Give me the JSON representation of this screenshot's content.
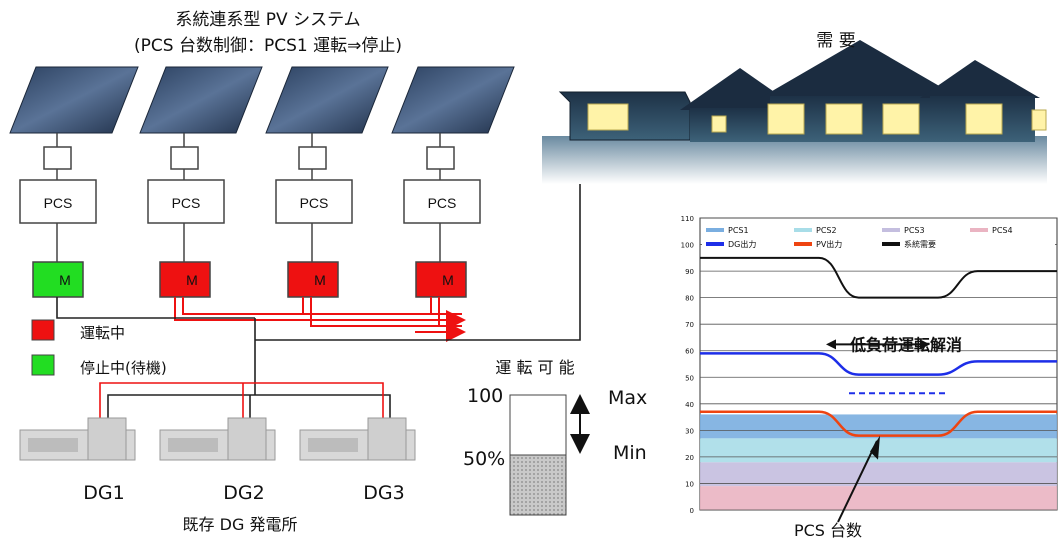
{
  "system": {
    "title": "系統連系型 PV システム",
    "subtitle": "(PCS 台数制御：PCS1 運転⇒停止)"
  },
  "pv_units": [
    {
      "pcs_label": "PCS",
      "meter_label": "M",
      "status_color": "#22dd22"
    },
    {
      "pcs_label": "PCS",
      "meter_label": "M",
      "status_color": "#ee1111"
    },
    {
      "pcs_label": "PCS",
      "meter_label": "M",
      "status_color": "#ee1111"
    },
    {
      "pcs_label": "PCS",
      "meter_label": "M",
      "status_color": "#ee1111"
    }
  ],
  "legend": {
    "running": {
      "label": "運転中",
      "color": "#ee1111"
    },
    "stopped": {
      "label": "停止中(待機)",
      "color": "#22dd22"
    }
  },
  "demand": {
    "label": "需 要"
  },
  "generators": {
    "units": [
      "DG1",
      "DG2",
      "DG3"
    ],
    "caption": "既存 DG 発電所"
  },
  "operable_range": {
    "title": "運 転 可 能",
    "top_label": "100",
    "bottom_label": "50%",
    "max_label": "Max",
    "min_label": "Min",
    "fill_fraction": 0.5
  },
  "chart_data": {
    "type": "area",
    "y_ticks": [
      "110",
      "100",
      "90",
      "80",
      "70",
      "60",
      "50",
      "40",
      "30",
      "20",
      "10",
      "0"
    ],
    "ylim": [
      0,
      110
    ],
    "legend": [
      {
        "name": "PCS1",
        "color": "#7aaee0"
      },
      {
        "name": "PCS2",
        "color": "#a8dde8"
      },
      {
        "name": "PCS3",
        "color": "#c4bedf"
      },
      {
        "name": "PCS4",
        "color": "#eab4c2"
      },
      {
        "name": "DG出力",
        "color": "#1d2ee8"
      },
      {
        "name": "PV出力",
        "color": "#ee4411"
      },
      {
        "name": "系統需要",
        "color": "#111111"
      }
    ],
    "demand_line": [
      95,
      95,
      95,
      95,
      80,
      80,
      80,
      90,
      90,
      90
    ],
    "dg_line": [
      59,
      59,
      59,
      59,
      51,
      51,
      51,
      56,
      56,
      56
    ],
    "pv_line": [
      37,
      37,
      37,
      37,
      28,
      28,
      28,
      37,
      37,
      37
    ],
    "x": [
      0,
      1,
      2,
      3,
      4,
      5,
      6,
      7,
      8,
      9
    ],
    "dashed_dg": 44,
    "pcs_bands": [
      {
        "name": "PCS4",
        "top": 9
      },
      {
        "name": "PCS3",
        "top": 18
      },
      {
        "name": "PCS2",
        "top": 27
      },
      {
        "name": "PCS1",
        "top": 36
      }
    ],
    "annotation": "低負荷運転解消",
    "pointer_label": "PCS 台数"
  }
}
